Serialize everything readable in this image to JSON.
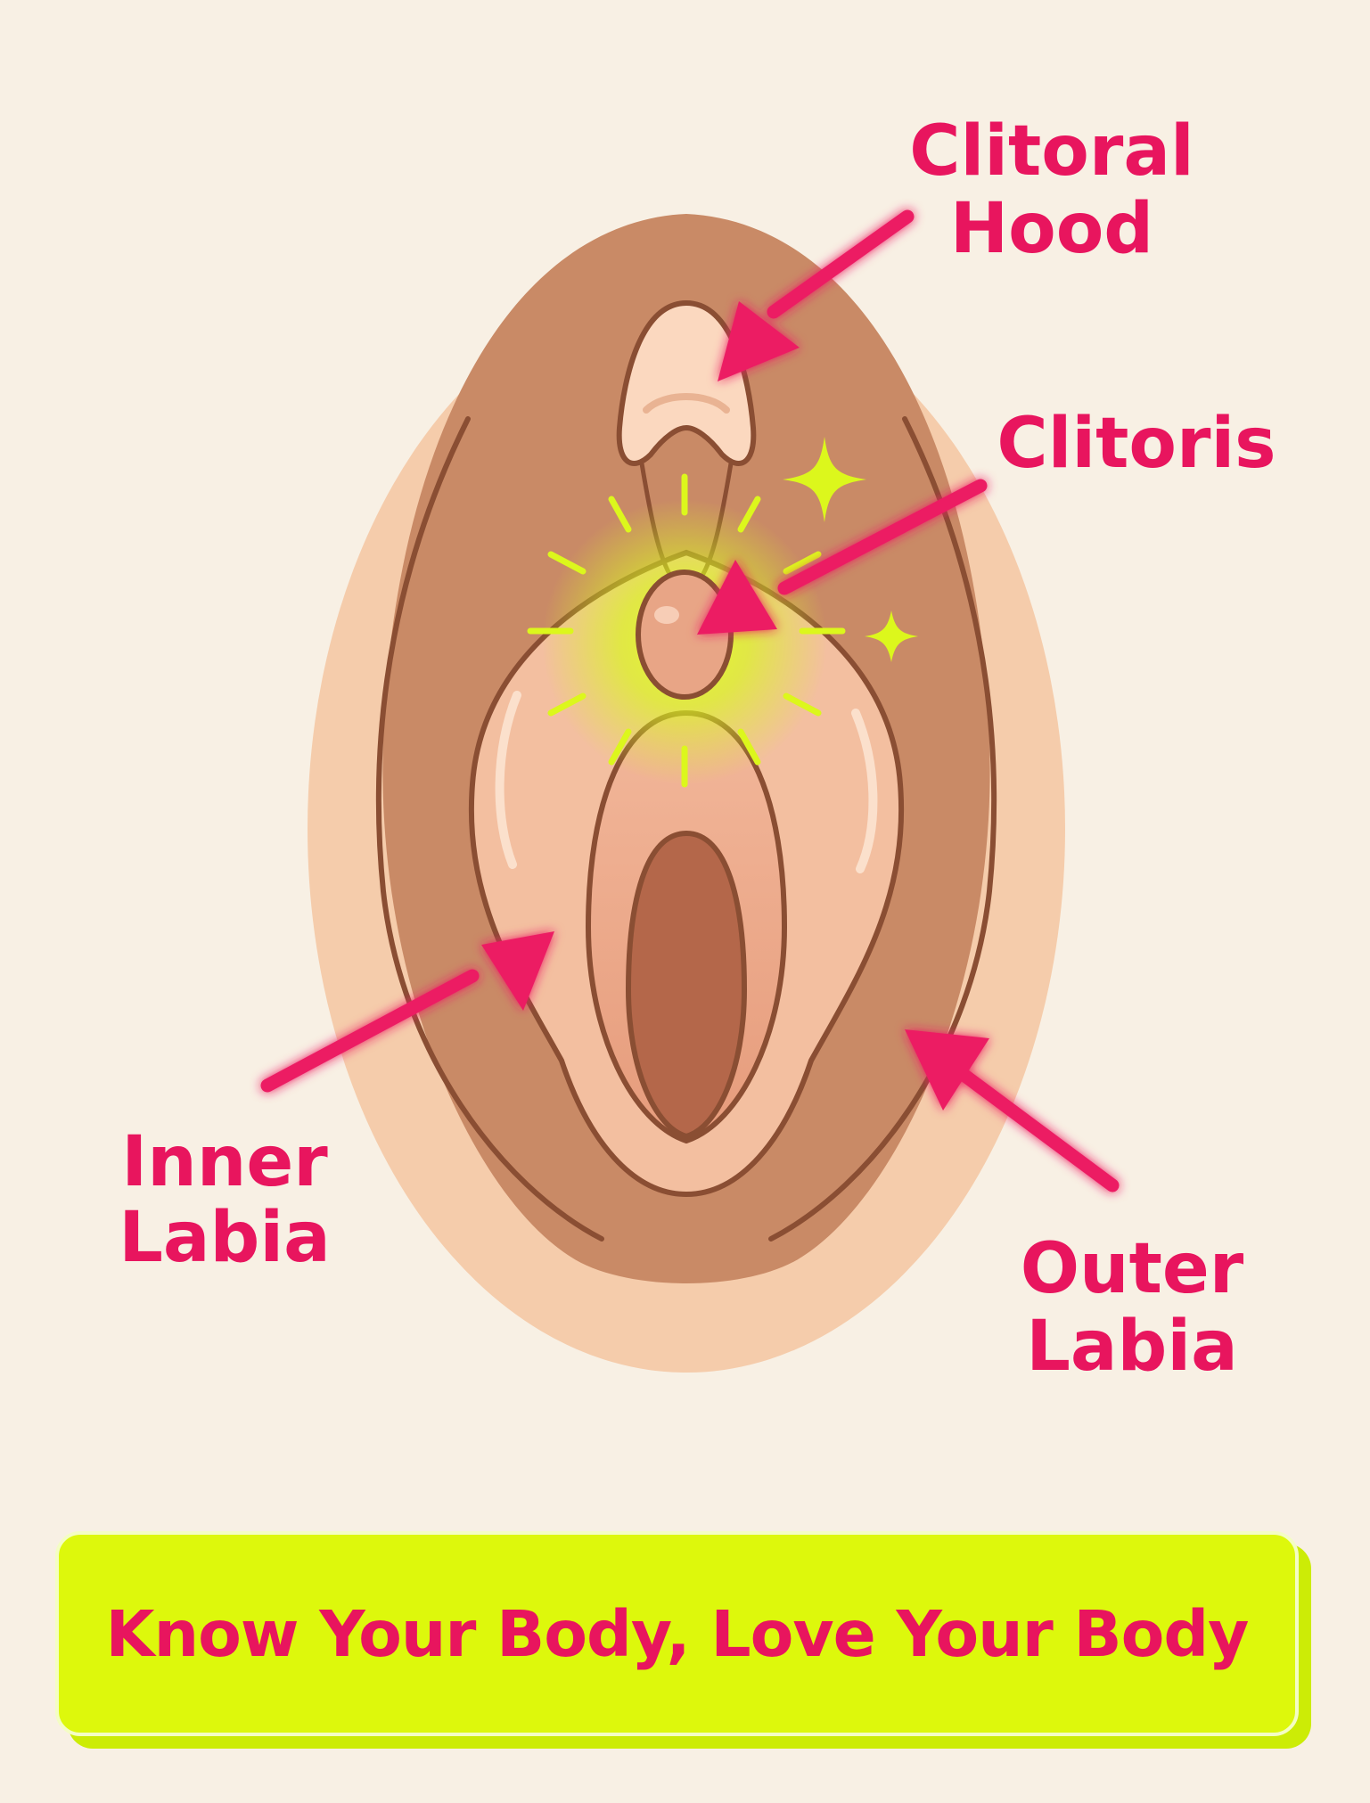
{
  "labels": {
    "clitoral_hood": [
      "Clitoral",
      "Hood"
    ],
    "clitoris": [
      "Clitoris"
    ],
    "inner_labia": [
      "Inner",
      "Labia"
    ],
    "outer_labia": [
      "Outer",
      "Labia"
    ]
  },
  "banner": {
    "text": "Know Your Body, Love Your Body"
  },
  "colors": {
    "background": "#f8f0e4",
    "accent_pink": "#e8155e",
    "highlight_lime": "#ddf80c",
    "skin_light": "#f2c9a6",
    "skin_mid": "#c98a66",
    "skin_inner": "#eaa586",
    "skin_deep": "#b4674a",
    "outline": "#8a4e33"
  },
  "icons": [
    "arrow-icon",
    "sparkle-icon",
    "glow-icon"
  ]
}
